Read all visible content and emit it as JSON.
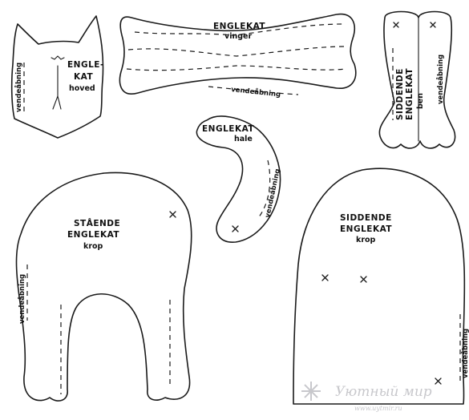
{
  "pieces": {
    "head": {
      "lines": [
        "ENGLE-",
        "KAT",
        "hoved"
      ],
      "opening": "vendeåbning"
    },
    "wings": {
      "title": "ENGLEKAT",
      "subtitle": "vinger",
      "opening": "vendeåbning"
    },
    "legs": {
      "col1": [
        "SIDDENDE",
        "ENGLEKAT",
        "ben"
      ],
      "opening": "vendeåbning"
    },
    "tail": {
      "title": "ENGLEKAT",
      "subtitle": "hale",
      "opening": "vendeåbning"
    },
    "standing_body": {
      "lines": [
        "STÅENDE",
        "ENGLEKAT",
        "krop"
      ],
      "opening": "vendeåbning"
    },
    "sitting_body": {
      "lines": [
        "SIDDENDE",
        "ENGLEKAT",
        "krop"
      ],
      "opening": "vendeåbning"
    }
  },
  "watermark": {
    "name": "Уютный мир",
    "url": "www.uytmir.ru"
  },
  "colors": {
    "line": "#1a1a1a",
    "watermark": "#c8c8cc"
  }
}
